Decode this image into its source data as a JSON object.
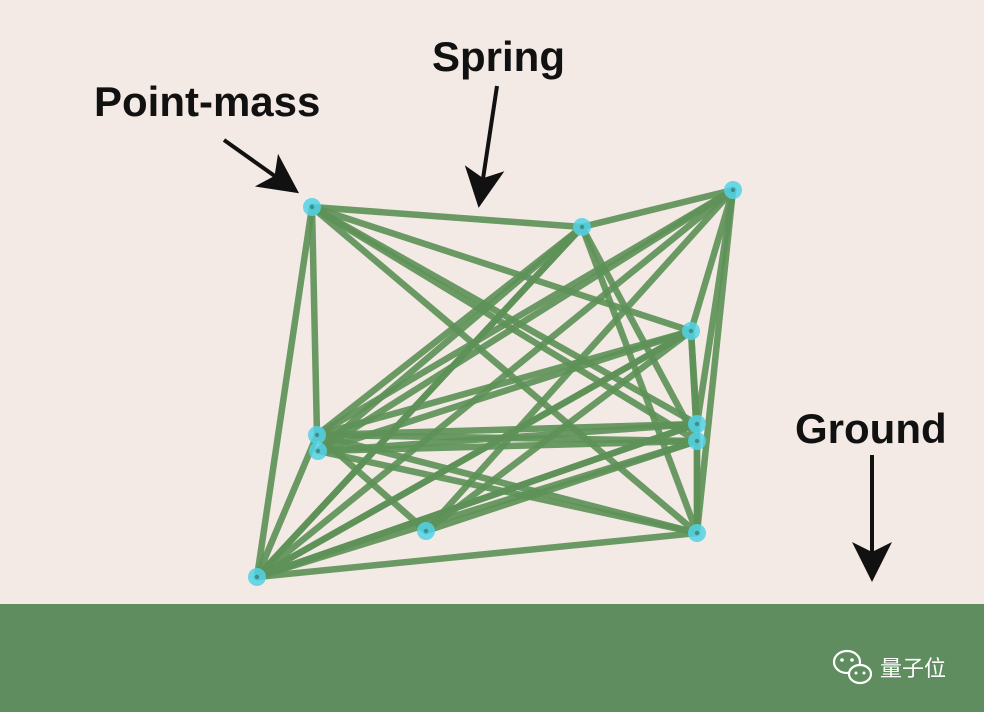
{
  "labels": {
    "point_mass": "Point-mass",
    "spring": "Spring",
    "ground": "Ground"
  },
  "watermark": {
    "icon": "wechat-icon",
    "text": "量子位"
  },
  "colors": {
    "background": "#f3e9e5",
    "spring": "#5e9158",
    "ground": "#5f8d5f",
    "mass": "#52d2e6",
    "arrow": "#111111"
  }
}
